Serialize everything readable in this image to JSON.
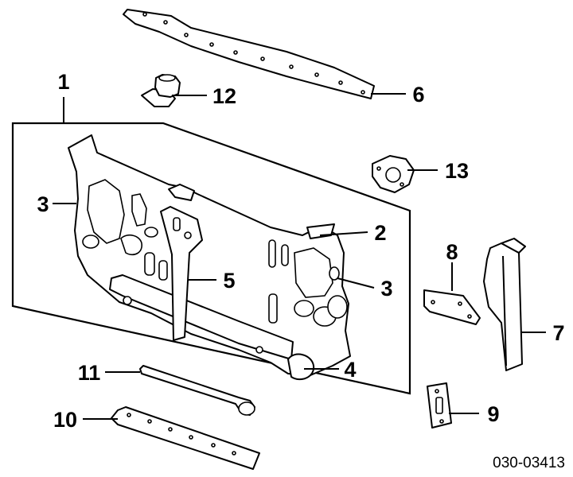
{
  "diagram_code": "030-03413",
  "callouts": {
    "c1": "1",
    "c2": "2",
    "c3a": "3",
    "c3b": "3",
    "c4": "4",
    "c5": "5",
    "c6": "6",
    "c7": "7",
    "c8": "8",
    "c9": "9",
    "c10": "10",
    "c11": "11",
    "c12": "12",
    "c13": "13"
  }
}
